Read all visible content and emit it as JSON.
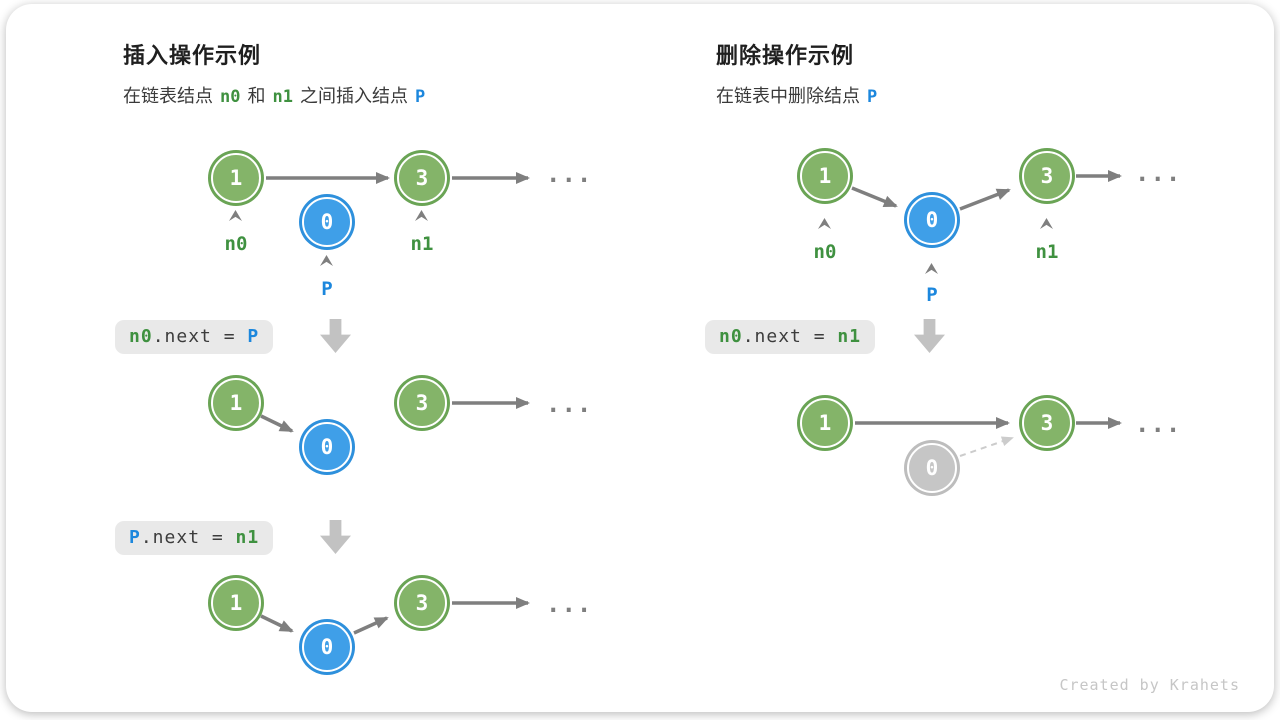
{
  "shared": {
    "node1": "1",
    "node0": "0",
    "node3": "3",
    "n0": "n0",
    "n1": "n1",
    "p": "P",
    "dots": "..."
  },
  "insert": {
    "title": "插入操作示例",
    "subtitle": {
      "t1": "在链表结点",
      "t2": "和",
      "t3": "之间插入结点"
    },
    "code1": {
      "a": "n0",
      "mid": ".next = ",
      "b": "P"
    },
    "code2": {
      "a": "P",
      "mid": ".next = ",
      "b": "n1"
    }
  },
  "delete": {
    "title": "删除操作示例",
    "subtitle": {
      "t1": "在链表中删除结点"
    },
    "code1": {
      "a": "n0",
      "mid": ".next = ",
      "b": "n1"
    }
  },
  "watermark": "Created by Krahets",
  "colors": {
    "node_green": "#84b469",
    "node_green_border": "#6aa455",
    "node_blue": "#3f9fe8",
    "node_blue_border": "#2e90dc",
    "node_gray": "#c6c6c6",
    "arrow_gray": "#7f7f7f",
    "dashed_gray": "#cccccc",
    "code_green": "#3f9140",
    "code_blue": "#1c87dd",
    "chip_bg": "#e9e9e9"
  }
}
